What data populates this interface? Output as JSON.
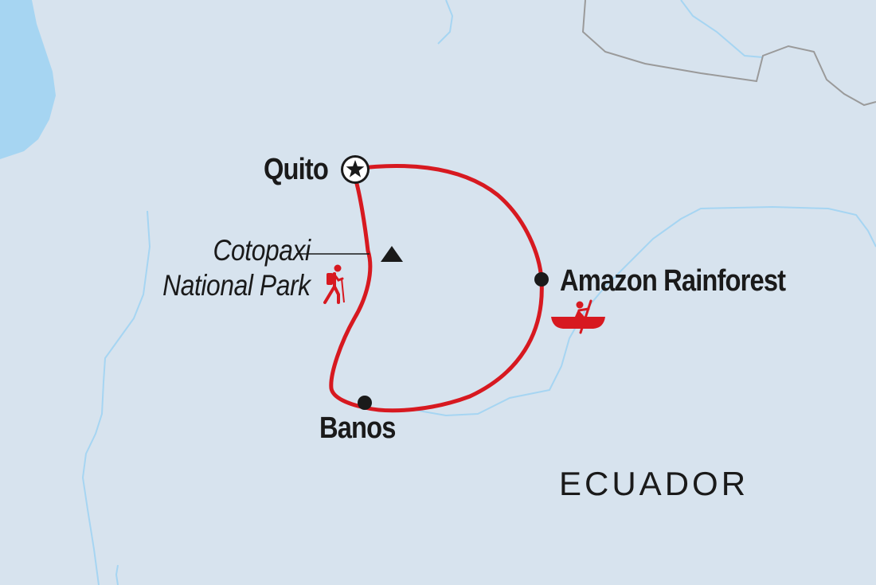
{
  "map": {
    "country_label": "ECUADOR",
    "places": {
      "quito": "Quito",
      "amazon": "Amazon Rainforest",
      "banos": "Banos",
      "cotopaxi_line1": "Cotopaxi",
      "cotopaxi_line2": "National Park"
    },
    "icons": {
      "start": "star-icon",
      "stop": "dot-icon",
      "mountain": "mountain-peak-icon",
      "hiking": "hiker-icon",
      "canoeing": "canoe-icon"
    },
    "colors": {
      "land": "#d7e3ee",
      "sea": "#a6d5f2",
      "river": "#a6d5f2",
      "border": "#9a9a9a",
      "route": "#d71920",
      "activity_icon": "#d71920",
      "marker": "#1a1a1a",
      "text": "#1a1a1a"
    }
  }
}
